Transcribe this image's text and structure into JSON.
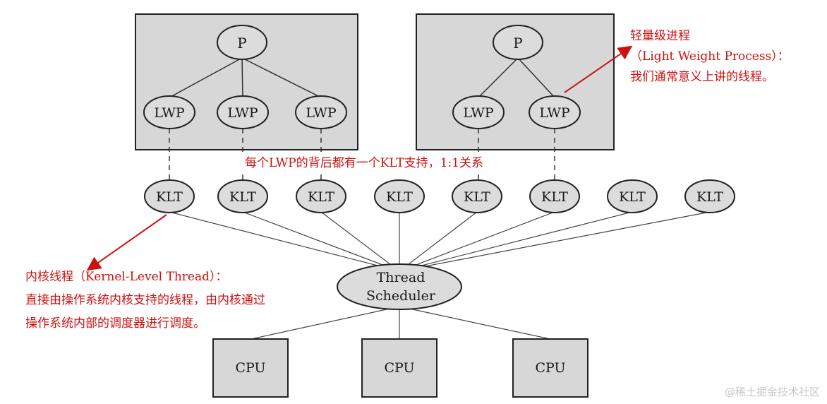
{
  "diagram": {
    "process_label": "P",
    "lwp_label": "LWP",
    "klt_label": "KLT",
    "scheduler_line1": "Thread",
    "scheduler_line2": "Scheduler",
    "cpu_label": "CPU"
  },
  "annotations": {
    "lwp_title": "轻量级进程",
    "lwp_subtitle": "（Light Weight Process）：",
    "lwp_desc": "我们通常意义上讲的线程。",
    "mapping_note": "每个LWP的背后都有一个KLT支持，1:1关系",
    "klt_title": "内核线程（Kernel-Level Thread）：",
    "klt_desc_1": "直接由操作系统内核支持的线程，由内核通过",
    "klt_desc_2": "操作系统内部的调度器进行调度。"
  },
  "watermark": "@稀土掘金技术社区",
  "colors": {
    "process_box_fill": "#d7d7d7",
    "node_fill": "#dcdcdc",
    "line": "#333333",
    "annotation": "#cc1111"
  }
}
